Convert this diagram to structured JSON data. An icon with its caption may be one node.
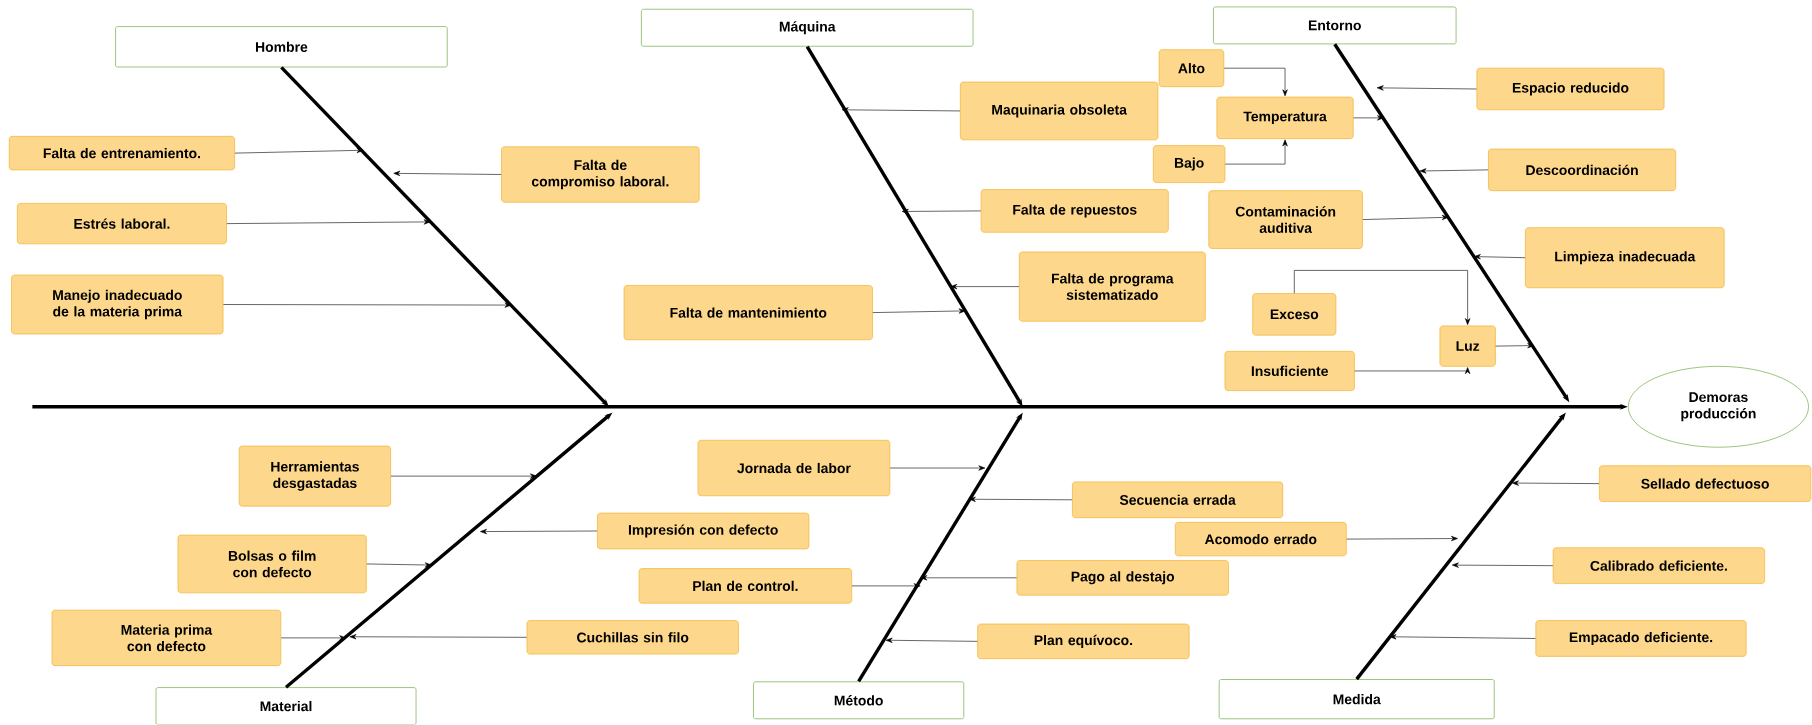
{
  "diagram": {
    "nodes": [
      {
        "text": [
          "Hombre"
        ]
      },
      {
        "text": [
          "Máquina"
        ]
      },
      {
        "text": [
          "Entorno"
        ]
      },
      {
        "text": [
          "Material"
        ]
      },
      {
        "text": [
          "Método"
        ]
      },
      {
        "text": [
          "Medida"
        ]
      },
      {
        "text": [
          "Demoras producción"
        ]
      },
      {
        "text": [
          "Falta de entrenamiento."
        ]
      },
      {
        "text": [
          "Falta de compromiso laboral."
        ]
      },
      {
        "text": [
          "Estrés laboral."
        ]
      },
      {
        "text": [
          "Manejo inadecuado de la materia prima"
        ]
      },
      {
        "text": [
          "Maquinaria obsoleta"
        ]
      },
      {
        "text": [
          "Falta de repuestos"
        ]
      },
      {
        "text": [
          "Falta de programa sistematizado"
        ]
      },
      {
        "text": [
          "Falta de mantenimiento"
        ]
      },
      {
        "text": [
          "Alto"
        ]
      },
      {
        "text": [
          "Temperatura"
        ]
      },
      {
        "text": [
          "Bajo"
        ]
      },
      {
        "text": [
          "Espacio reducido"
        ]
      },
      {
        "text": [
          "Descoordinación"
        ]
      },
      {
        "text": [
          "Contaminación auditiva"
        ]
      },
      {
        "text": [
          "Limpieza inadecuada"
        ]
      },
      {
        "text": [
          "Exceso"
        ]
      },
      {
        "text": [
          "Luz"
        ]
      },
      {
        "text": [
          "Insuficiente"
        ]
      },
      {
        "text": [
          "Herramientas desgastadas"
        ]
      },
      {
        "text": [
          "Impresión con defecto"
        ]
      },
      {
        "text": [
          "Bolsas o film con defecto"
        ]
      },
      {
        "text": [
          "Materia prima con defecto"
        ]
      },
      {
        "text": [
          "Cuchillas sin filo"
        ]
      },
      {
        "text": [
          "Jornada de labor"
        ]
      },
      {
        "text": [
          "Secuencia errada"
        ]
      },
      {
        "text": [
          "Acomodo errado"
        ]
      },
      {
        "text": [
          "Plan de control."
        ]
      },
      {
        "text": [
          "Pago al destajo"
        ]
      },
      {
        "text": [
          "Plan equívoco."
        ]
      },
      {
        "text": [
          "Sellado defectuoso"
        ]
      },
      {
        "text": [
          "Calibrado deficiente."
        ]
      },
      {
        "text": [
          "Empacado deficiente."
        ]
      }
    ],
    "edges": [
      {
        "from": null,
        "to": 6,
        "arrow": "to",
        "style": "thick"
      },
      {
        "from": 0,
        "to": null,
        "arrow": "to",
        "style": "thick"
      },
      {
        "from": 1,
        "to": null,
        "arrow": "to",
        "style": "thick"
      },
      {
        "from": 2,
        "to": null,
        "arrow": "to",
        "style": "thick"
      },
      {
        "from": 3,
        "to": null,
        "arrow": "to",
        "style": "thick"
      },
      {
        "from": 4,
        "to": null,
        "arrow": "to",
        "style": "thick"
      },
      {
        "from": 5,
        "to": null,
        "arrow": "to",
        "style": "thick"
      },
      {
        "from": 7,
        "to": null,
        "arrow": "to"
      },
      {
        "from": 8,
        "to": null,
        "arrow": "to"
      },
      {
        "from": 9,
        "to": null,
        "arrow": "to"
      },
      {
        "from": 10,
        "to": null,
        "arrow": "to"
      },
      {
        "from": 11,
        "to": null,
        "arrow": "to"
      },
      {
        "from": 12,
        "to": null,
        "arrow": "to"
      },
      {
        "from": 13,
        "to": null,
        "arrow": "to"
      },
      {
        "from": 14,
        "to": null,
        "arrow": "to"
      },
      {
        "from": 15,
        "to": 16,
        "arrow": "to"
      },
      {
        "from": 16,
        "to": null,
        "arrow": "to"
      },
      {
        "from": 17,
        "to": 16,
        "arrow": "to"
      },
      {
        "from": 18,
        "to": null,
        "arrow": "to"
      },
      {
        "from": 19,
        "to": null,
        "arrow": "to"
      },
      {
        "from": 20,
        "to": null,
        "arrow": "to"
      },
      {
        "from": 21,
        "to": null,
        "arrow": "to"
      },
      {
        "from": 22,
        "to": 23,
        "arrow": "to"
      },
      {
        "from": 23,
        "to": null,
        "arrow": "to"
      },
      {
        "from": 24,
        "to": 23,
        "arrow": "to"
      },
      {
        "from": 25,
        "to": null,
        "arrow": "to"
      },
      {
        "from": 26,
        "to": null,
        "arrow": "to"
      },
      {
        "from": 27,
        "to": null,
        "arrow": "to"
      },
      {
        "from": 28,
        "to": null,
        "arrow": "to"
      },
      {
        "from": 29,
        "to": null,
        "arrow": "to"
      },
      {
        "from": 30,
        "to": null,
        "arrow": "to"
      },
      {
        "from": 31,
        "to": null,
        "arrow": "to"
      },
      {
        "from": 32,
        "to": null,
        "arrow": "to"
      },
      {
        "from": 33,
        "to": null,
        "arrow": "to"
      },
      {
        "from": 34,
        "to": null,
        "arrow": "to"
      },
      {
        "from": 35,
        "to": null,
        "arrow": "to"
      },
      {
        "from": 36,
        "to": null,
        "arrow": "to"
      },
      {
        "from": 37,
        "to": null,
        "arrow": "to"
      },
      {
        "from": 38,
        "to": null,
        "arrow": "to"
      }
    ]
  }
}
